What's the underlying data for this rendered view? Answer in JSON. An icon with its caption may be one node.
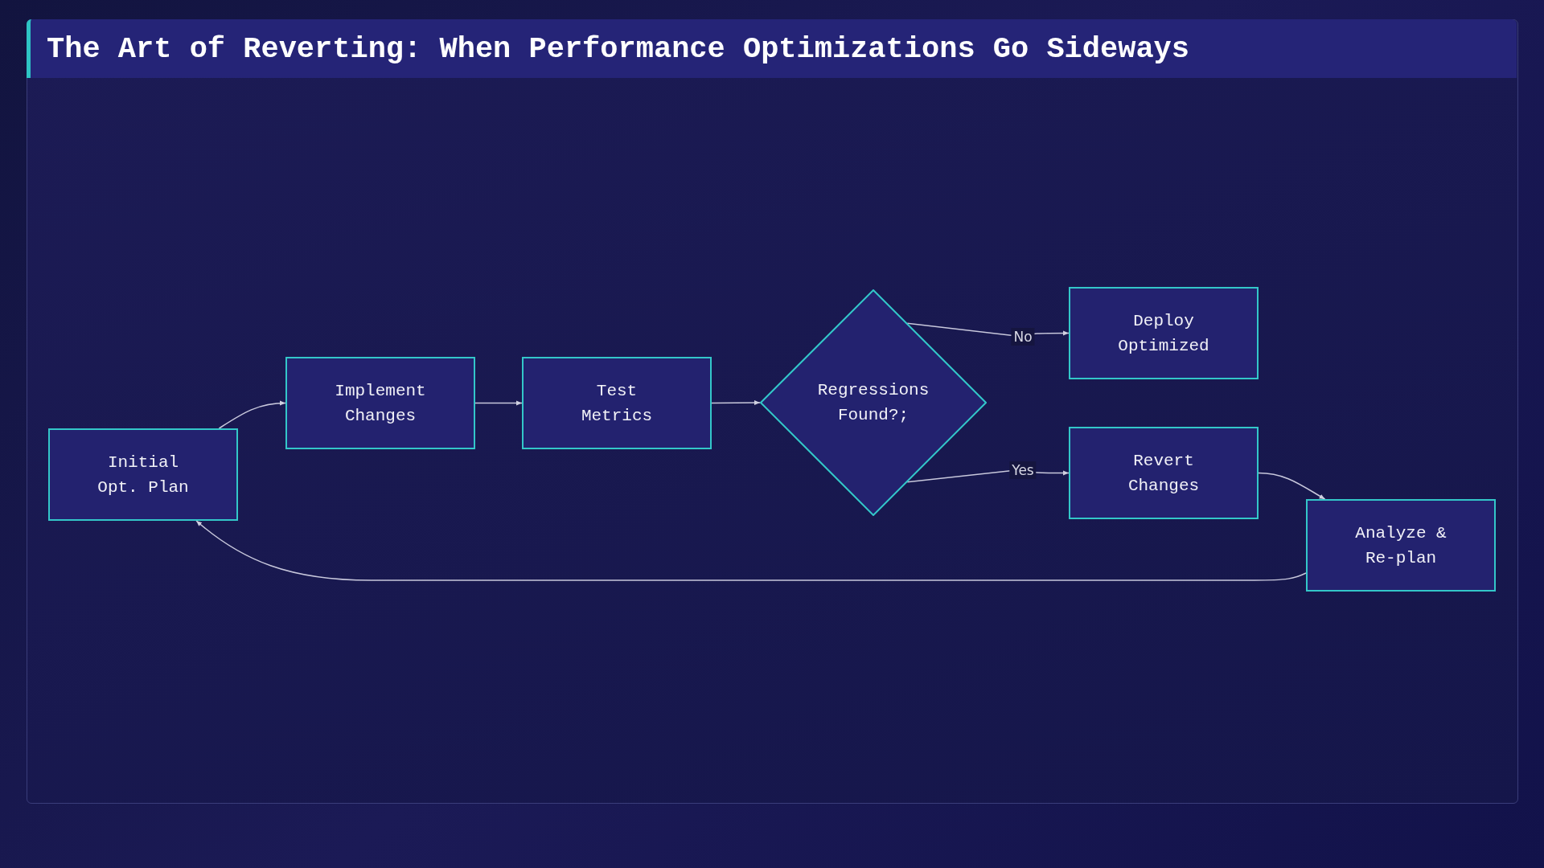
{
  "diagram": {
    "title": "The Art of Reverting: When Performance Optimizations Go Sideways",
    "nodes": [
      {
        "text": [
          "Initial Opt. Plan"
        ]
      },
      {
        "text": [
          "Implement Changes"
        ]
      },
      {
        "text": [
          "Test Metrics"
        ]
      },
      {
        "text": [
          "Regressions Found?;"
        ]
      },
      {
        "text": [
          "Deploy Optimized"
        ]
      },
      {
        "text": [
          "Revert Changes"
        ]
      },
      {
        "text": [
          "Analyze & Re-plan"
        ]
      }
    ],
    "edges": [
      {
        "from": 0,
        "to": 1,
        "arrow": "to"
      },
      {
        "from": 1,
        "to": 2,
        "arrow": "to"
      },
      {
        "from": 2,
        "to": 3,
        "arrow": "to"
      },
      {
        "from": 3,
        "to": 4,
        "arrow": "to",
        "label": "No"
      },
      {
        "from": 3,
        "to": 5,
        "arrow": "to",
        "label": "Yes"
      },
      {
        "from": 5,
        "to": 6,
        "arrow": "to"
      },
      {
        "from": 6,
        "to": 0,
        "arrow": "to"
      }
    ]
  }
}
